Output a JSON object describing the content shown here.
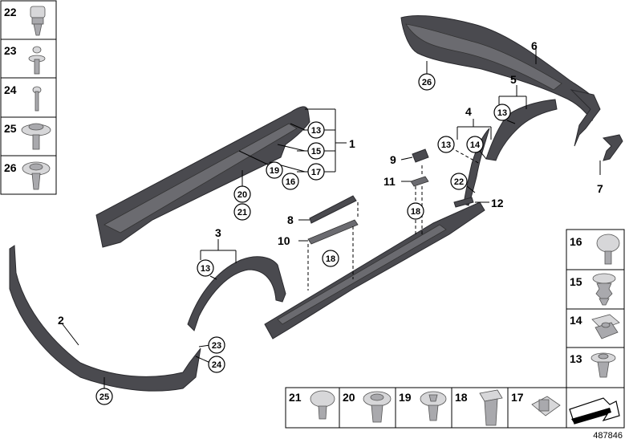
{
  "diagram": {
    "ref_number": "487846",
    "parts": [
      {
        "id": "p1",
        "num": "1"
      },
      {
        "id": "p2",
        "num": "2"
      },
      {
        "id": "p3",
        "num": "3"
      },
      {
        "id": "p4",
        "num": "4"
      },
      {
        "id": "p5",
        "num": "5"
      },
      {
        "id": "p6",
        "num": "6"
      },
      {
        "id": "p7",
        "num": "7"
      },
      {
        "id": "p8",
        "num": "8"
      },
      {
        "id": "p9",
        "num": "9"
      },
      {
        "id": "p10",
        "num": "10"
      },
      {
        "id": "p11",
        "num": "11"
      },
      {
        "id": "p12",
        "num": "12"
      }
    ],
    "callouts": {
      "c13a": "13",
      "c15a": "15",
      "c17a": "17",
      "c19a": "19",
      "c16a": "16",
      "c20a": "20",
      "c21a": "21",
      "c26a": "26",
      "c13b": "13",
      "c13c": "13",
      "c14a": "14",
      "c22a": "22",
      "c18a": "18",
      "c18b": "18",
      "c13d": "13",
      "c23a": "23",
      "c24a": "24",
      "c25a": "25"
    },
    "left_column": [
      "22",
      "23",
      "24",
      "25",
      "26"
    ],
    "right_column": [
      "16",
      "15",
      "14",
      "13"
    ],
    "bottom_row": [
      "21",
      "20",
      "19",
      "18",
      "17"
    ]
  }
}
